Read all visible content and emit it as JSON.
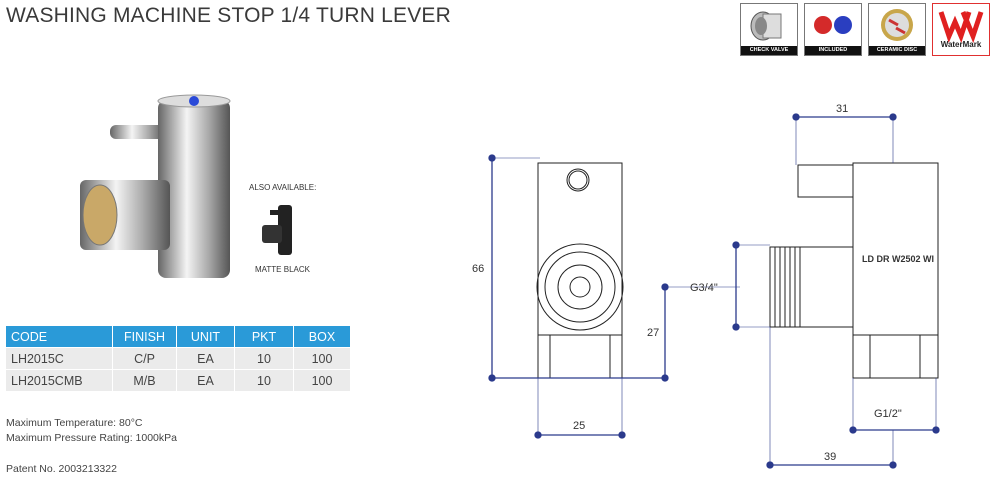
{
  "title": "WASHING MACHINE STOP 1/4 TURN LEVER",
  "badges": [
    {
      "label": "CHECK VALVE",
      "icon": "check-valve-icon"
    },
    {
      "label": "INCLUDED",
      "icon": "red-blue-indicators-icon"
    },
    {
      "label": "CERAMIC DISC",
      "icon": "ceramic-disc-icon"
    },
    {
      "label": "WaterMark",
      "icon": "watermark-logo"
    }
  ],
  "also_available": "ALSO AVAILABLE:",
  "matte_black": "MATTE BLACK",
  "table": {
    "headers": [
      "CODE",
      "FINISH",
      "UNIT",
      "PKT",
      "BOX"
    ],
    "rows": [
      [
        "LH2015C",
        "C/P",
        "EA",
        "10",
        "100"
      ],
      [
        "LH2015CMB",
        "M/B",
        "EA",
        "10",
        "100"
      ]
    ]
  },
  "notes": [
    "Maximum Temperature: 80°C",
    "Maximum Pressure Rating: 1000kPa"
  ],
  "patent": "Patent No. 2003213322",
  "dims": {
    "height": "66",
    "width_front": "25",
    "lever": "31",
    "inlet": "G3/4\"",
    "inlet_height": "27",
    "outlet": "G1/2\"",
    "depth": "39",
    "marking": "LD DR W2502 WI"
  },
  "colors": {
    "accent": "#2a9ad8",
    "dim": "#2b3a8c"
  }
}
